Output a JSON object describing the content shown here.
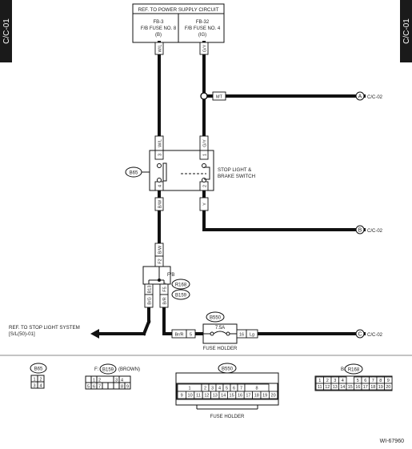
{
  "page_tag_left": "C/C-01",
  "page_tag_right": "C/C-01",
  "power_box": {
    "title": "REF. TO POWER SUPPLY CIRCUIT",
    "left_lines": [
      "FB-3",
      "F/B FUSE NO. 8",
      "(B)"
    ],
    "right_lines": [
      "FB-32",
      "F/B FUSE NO. 4",
      "(IG)"
    ]
  },
  "wire_colors": {
    "w1": "W/L",
    "w2": "G/Y",
    "mt": "MT",
    "sw_top_left": "W/L",
    "sw_top_right": "G/Y",
    "sw_bot_left": "B/W",
    "sw_bot_right": "Y",
    "fb_b": "B/W",
    "b_gr": "B/G",
    "f_br": "B/R",
    "fuse_left": "Br/R",
    "fuse_right": "Lg"
  },
  "pins": {
    "sw_top_left": "3",
    "sw_top_right": "1",
    "sw_bot_left": "4",
    "sw_bot_right": "2",
    "fb": "F2",
    "b": "B13",
    "f": "F5",
    "fuse_left": "5",
    "fuse_right": "16"
  },
  "connectors": {
    "b65": "B65",
    "r168": "R168",
    "b159": "B159",
    "b550": "B550"
  },
  "switch": {
    "label_line1": "STOP LIGHT &",
    "label_line2": "BRAKE SWITCH"
  },
  "junction": {
    "fb_label": "F/B",
    "b_label": "B",
    "f_label": "F"
  },
  "offpage": [
    {
      "letter": "A",
      "ref": "C/C-02"
    },
    {
      "letter": "B",
      "ref": "C/C-02"
    },
    {
      "letter": "C",
      "ref": "C/C-02"
    }
  ],
  "stop_light_ref": {
    "line1": "REF. TO STOP LIGHT SYSTEM",
    "line2": "[S/L(50)-01]"
  },
  "fuse": {
    "rating": "7.5A",
    "holder_label": "FUSE HOLDER"
  },
  "legend": {
    "b65": {
      "name": "B65",
      "pins": [
        "1",
        "2",
        "3",
        "4"
      ]
    },
    "b159": {
      "prefix": "F:",
      "name": "B159",
      "suffix": "(BROWN)",
      "pins": [
        "1",
        "2",
        "3",
        "4",
        "5",
        "6",
        "7",
        "8",
        "9"
      ]
    },
    "b550": {
      "name": "B550",
      "label": "FUSE HOLDER",
      "pins": [
        "1",
        "2",
        "3",
        "4",
        "5",
        "6",
        "7",
        "8",
        "9",
        "10",
        "11",
        "12",
        "13",
        "14",
        "15",
        "16",
        "17",
        "18",
        "19",
        "20"
      ]
    },
    "r168": {
      "prefix": "B:",
      "name": "R168",
      "pins": [
        "1",
        "2",
        "3",
        "4",
        "5",
        "6",
        "7",
        "8",
        "9",
        "10",
        "11",
        "12",
        "13",
        "14",
        "15",
        "16",
        "17",
        "18",
        "19",
        "20"
      ]
    }
  },
  "figure_id": "WI-67960"
}
